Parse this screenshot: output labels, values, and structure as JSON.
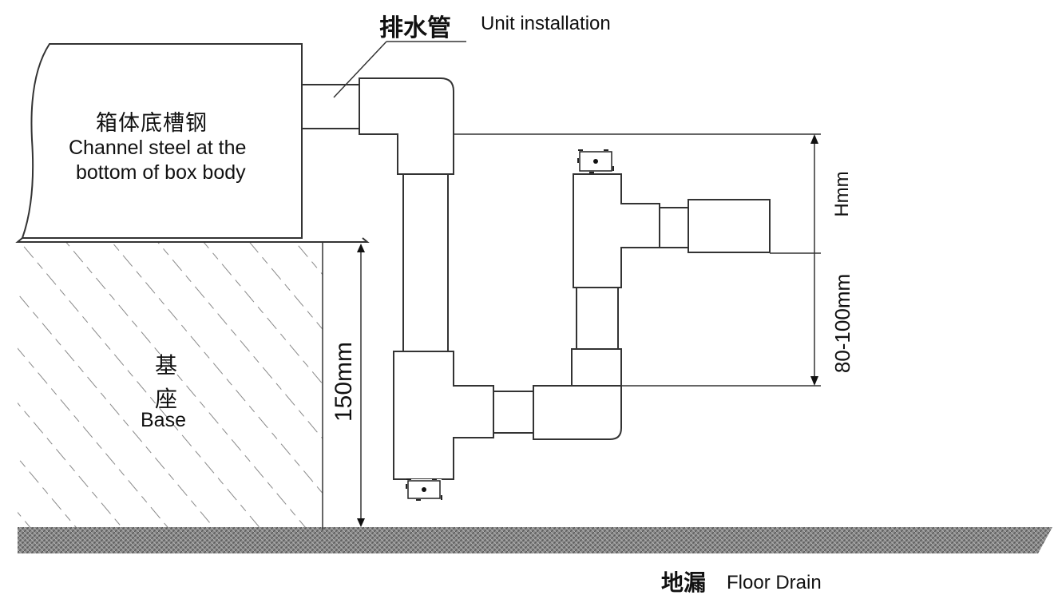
{
  "labels": {
    "drain_pipe_cn": "排水管",
    "drain_pipe_en": "Unit installation",
    "channel_cn": "箱体底槽钢",
    "channel_en_line1": "Channel steel at the",
    "channel_en_line2": "bottom of box body",
    "base_cn_1": "基",
    "base_cn_2": "座",
    "base_en": "Base",
    "floor_cn": "地漏",
    "floor_en": "Floor Drain"
  },
  "dimensions": {
    "base_height": "150mm",
    "h_dim": "Hmm",
    "trap_dim": "80-100mm"
  }
}
